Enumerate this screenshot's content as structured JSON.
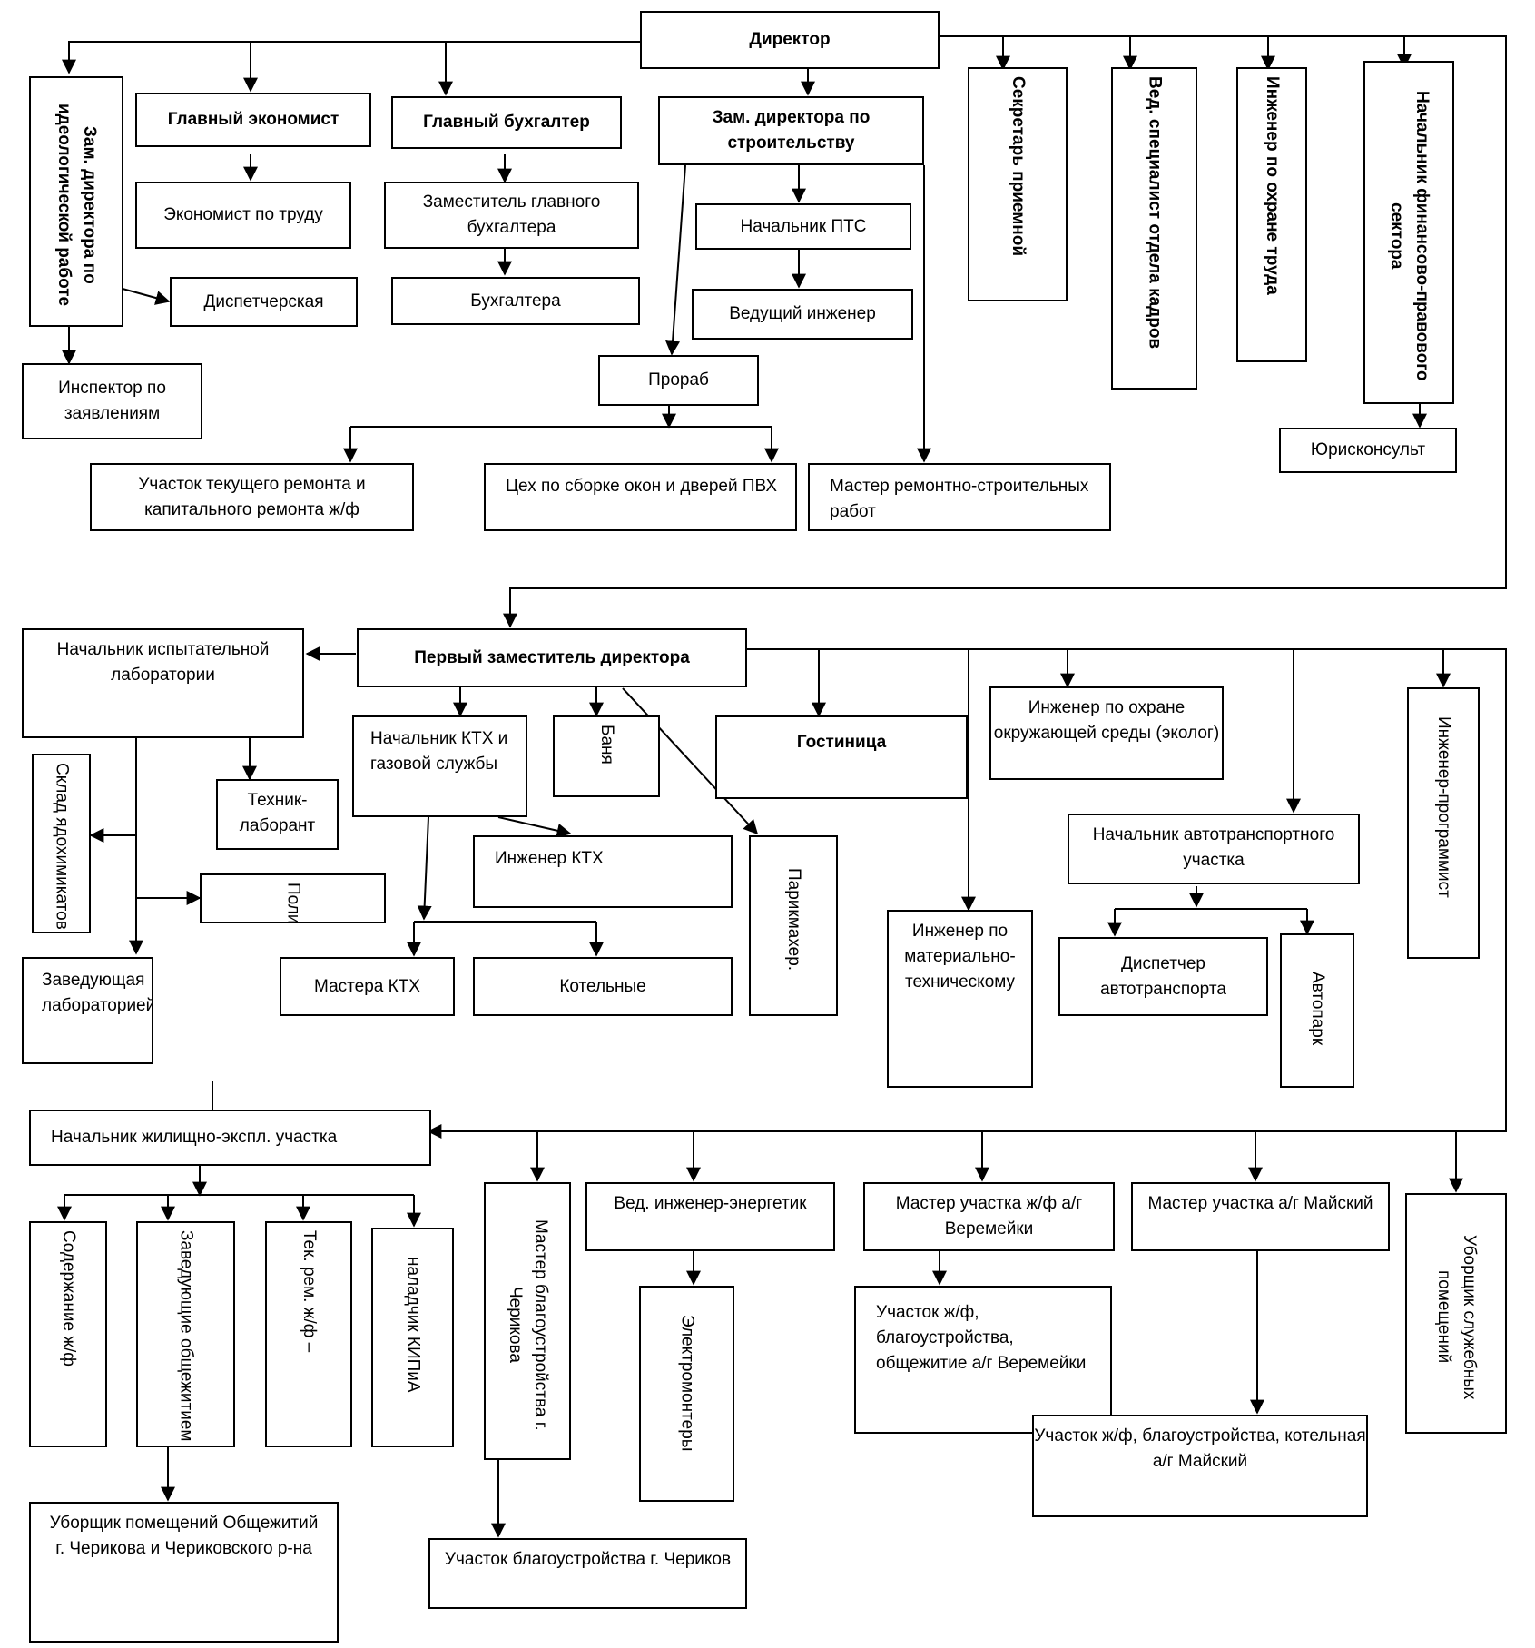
{
  "nodes": {
    "director": "Директор",
    "zam_ideolog": "Зам. директора по идеологической работе",
    "chief_economist": "Главный экономист",
    "chief_accountant": "Главный бухгалтер",
    "zam_construction": "Зам. директора по строительству",
    "secretary": "Секретарь приемной",
    "hr_specialist": "Вед. специалист отдела кадров",
    "labor_safety_engineer": "Инженер по охране труда",
    "finance_legal_head": "Начальник финансово-правового сектора",
    "labor_economist": "Экономист по труду",
    "deputy_chief_accountant": "Заместитель главного бухгалтера",
    "pts_head": "Начальник ПТС",
    "dispatch": "Диспетчерская",
    "accountants": "Бухгалтера",
    "lead_engineer": "Ведущий инженер",
    "inspector": "Инспектор по заявлениям",
    "foreman": "Прораб",
    "legal_adviser": "Юрисконсульт",
    "repair_section": "Участок текущего ремонта и капитального ремонта ж/ф",
    "pvc_shop": "Цех по сборке окон и дверей ПВХ",
    "repair_master": "Мастер ремонтно-строительных работ",
    "first_deputy": "Первый заместитель директора",
    "lab_head": "Начальник испытательной лаборатории",
    "ktx_head": "Начальник КТХ и газовой службы",
    "banya": "Баня",
    "hotel": "Гостиница",
    "eco_engineer": "Инженер по охране окружающей среды (эколог)",
    "programmer": "Инженер-программист",
    "warehouse": "Склад ядохимикатов",
    "lab_tech": "Техник-лаборант",
    "polygon": "Полигон",
    "ktx_engineer": "Инженер КТХ",
    "hairdresser": "Парикмахер.",
    "auto_head": "Начальник автотранспортного участка",
    "material_engineer": "Инженер по материально-техническому",
    "lab_manager": "Заведующая лабораторией",
    "ktx_masters": "Мастера   КТХ",
    "boilers": "Котельные",
    "auto_dispatcher": "Диспетчер автотранспорта",
    "autopark": "Автопарк",
    "housing_head": "Начальник жилищно-экспл. участка",
    "housing_maintenance": "Содержание ж/ф",
    "dorm_managers": "Заведующие общежитием",
    "housing_repair": "Тек. рем. ж/ф –",
    "kipia": "наладчик КИПиА",
    "landscaping_master": "Мастер благоустройства г. Черикова",
    "energy_engineer": "Вед. инженер-энергетик",
    "master_veremeyki": "Мастер участка ж/ф а/г  Веремейки",
    "master_maisky": "Мастер участка а/г Майский",
    "office_cleaners": "Уборщик служебных помещений",
    "electricians": "Электромонтеры",
    "section_veremeyki": "Участок ж/ф, благоустройства, общежитие   а/г Веремейки",
    "section_maisky": "Участок ж/ф, благоустройства, котельная а/г Майский",
    "dorm_cleaners": "Уборщик помещений Общежитий г. Черикова и Чериковского р-на",
    "landscaping_section": "Участок благоустройства г. Чериков"
  }
}
